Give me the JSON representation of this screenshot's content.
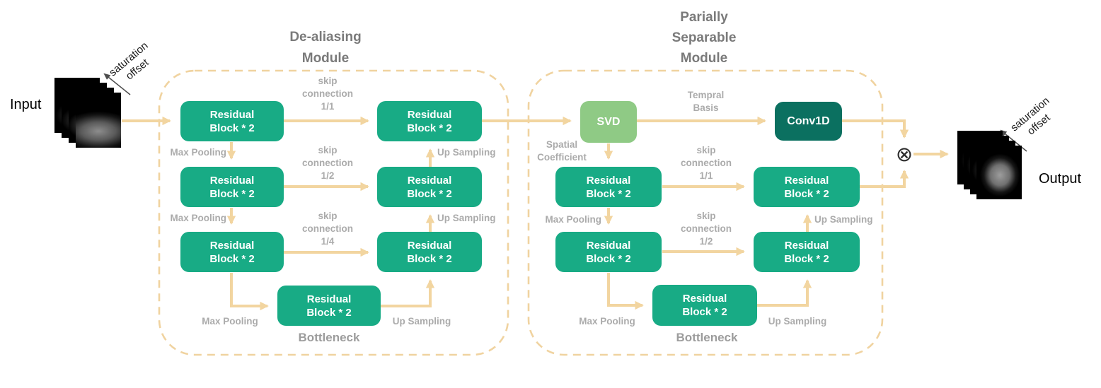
{
  "figure": {
    "kind": "neural-network-architecture-diagram",
    "colors": {
      "residual_block_green": "#18AB85",
      "svd_light_green": "#8FCA85",
      "conv1d_dark_teal": "#0B7060",
      "arrow_tan": "#F2D5A0",
      "dashed_border_tan": "#F0D3A0",
      "flow_label_gray": "#ABABAB",
      "module_title_gray": "#7A7A7A"
    }
  },
  "input": {
    "label": "Input",
    "saturation_note": "saturation\noffset"
  },
  "output": {
    "label": "Output",
    "saturation_note": "saturation\noffset"
  },
  "operator": {
    "symbol": "⊗",
    "meaning": "elementwise-product"
  },
  "module1": {
    "title": "De-aliasing\nModule",
    "enc1": "Residual\nBlock * 2",
    "enc2": "Residual\nBlock * 2",
    "enc3": "Residual\nBlock * 2",
    "dec1": "Residual\nBlock * 2",
    "dec2": "Residual\nBlock * 2",
    "dec3": "Residual\nBlock * 2",
    "bottleneck_block": "Residual\nBlock * 2",
    "bottleneck_label": "Bottleneck",
    "skip1": "skip\nconnection\n1/1",
    "skip2": "skip\nconnection\n1/2",
    "skip3": "skip\nconnection\n1/4",
    "max_pooling1": "Max Pooling",
    "max_pooling2": "Max Pooling",
    "max_pooling3": "Max Pooling",
    "up_sampling1": "Up Sampling",
    "up_sampling2": "Up Sampling",
    "up_sampling3": "Up Sampling"
  },
  "module2": {
    "title": "Parially\nSeparable\nModule",
    "svd": "SVD",
    "conv1d": "Conv1D",
    "temporal_basis": "Tempral\nBasis",
    "spatial_coefficient": "Spatial\nCoefficient",
    "enc1": "Residual\nBlock * 2",
    "enc2": "Residual\nBlock * 2",
    "dec1": "Residual\nBlock * 2",
    "dec2": "Residual\nBlock * 2",
    "bottleneck_block": "Residual\nBlock * 2",
    "bottleneck_label": "Bottleneck",
    "skip1": "skip\nconnection\n1/1",
    "skip2": "skip\nconnection\n1/2",
    "max_pooling1": "Max Pooling",
    "max_pooling2": "Max Pooling",
    "up_sampling1": "Up Sampling",
    "up_sampling2": "Up Sampling"
  }
}
